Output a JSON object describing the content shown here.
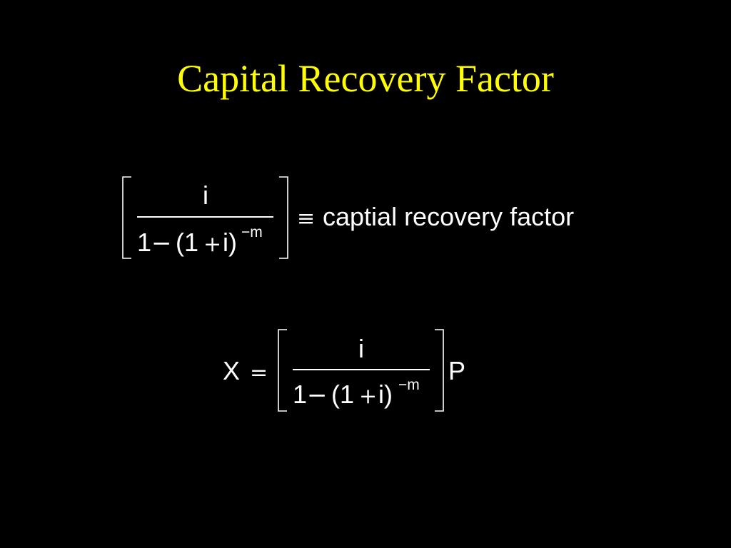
{
  "slide": {
    "title": "Capital Recovery Factor"
  },
  "equation1": {
    "numerator": "i",
    "denominator_1": "1",
    "minus": "−",
    "denominator_2": "(1",
    "plus": "+",
    "denominator_3": "i)",
    "exponent": "−m",
    "equiv": "≡",
    "label": "captial recovery factor"
  },
  "equation2": {
    "lhs": "X",
    "equals": "=",
    "numerator": "i",
    "denominator_1": "1",
    "minus": "−",
    "denominator_2": "(1",
    "plus": "+",
    "denominator_3": "i)",
    "exponent": "−m",
    "rhs": "P"
  },
  "colors": {
    "background": "#000000",
    "title": "#ffff00",
    "text": "#ffffff"
  }
}
